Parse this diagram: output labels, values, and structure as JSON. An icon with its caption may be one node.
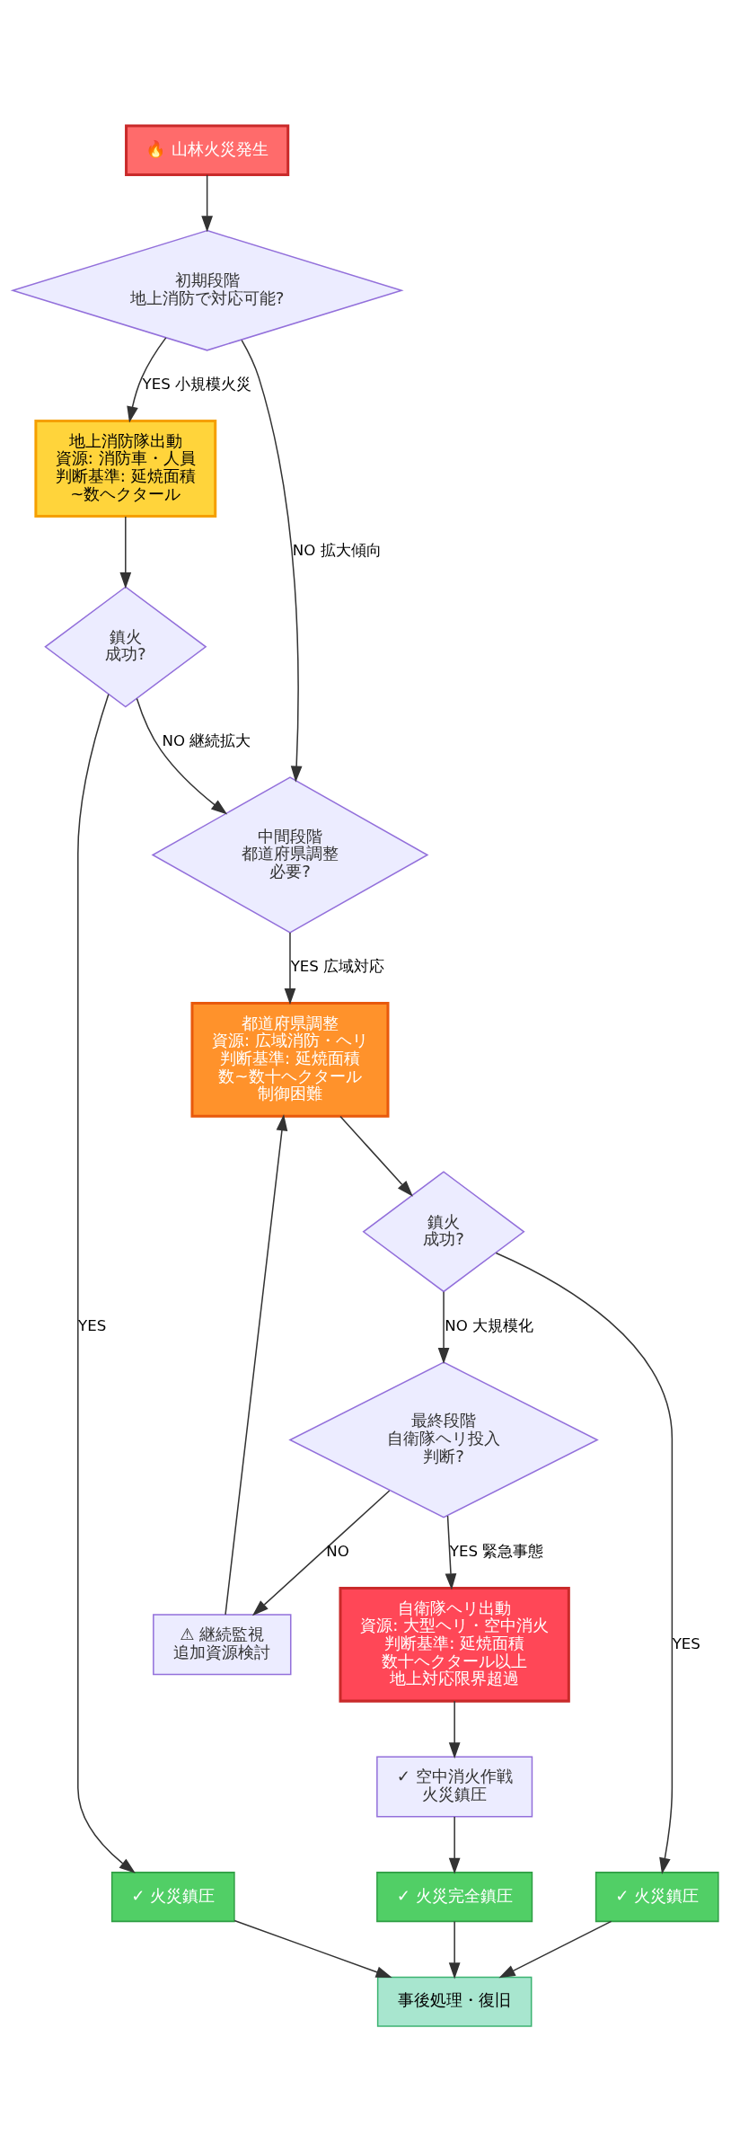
{
  "diagram": {
    "nodes": [
      {
        "text": [
          "🔥 山林火災発生"
        ]
      },
      {
        "text": [
          "初期段階",
          "地上消防で対応可能?"
        ]
      },
      {
        "text": [
          "地上消防隊出動",
          "資源: 消防車・人員",
          "判断基準: 延焼面積",
          "~数ヘクタール"
        ]
      },
      {
        "text": [
          "鎮火",
          "成功?"
        ]
      },
      {
        "text": [
          "中間段階",
          "都道府県調整",
          "必要?"
        ]
      },
      {
        "text": [
          "都道府県調整",
          "資源: 広域消防・ヘリ",
          "判断基準: 延焼面積",
          "数~数十ヘクタール",
          "制御困難"
        ]
      },
      {
        "text": [
          "鎮火",
          "成功?"
        ]
      },
      {
        "text": [
          "最終段階",
          "自衛隊ヘリ投入",
          "判断?"
        ]
      },
      {
        "text": [
          "自衛隊ヘリ出動",
          "資源: 大型ヘリ・空中消火",
          "判断基準: 延焼面積",
          "数十ヘクタール以上",
          "地上対応限界超過"
        ]
      },
      {
        "text": [
          "⚠ 継続監視",
          "追加資源検討"
        ]
      },
      {
        "text": [
          "✓ 空中消火作戦",
          "火災鎮圧"
        ]
      },
      {
        "text": [
          "✓ 火災鎮圧"
        ]
      },
      {
        "text": [
          "✓ 火災鎮圧"
        ]
      },
      {
        "text": [
          "✓ 火災完全鎮圧"
        ]
      },
      {
        "text": [
          "事後処理・復旧"
        ]
      }
    ],
    "edges": [
      {
        "from": 0,
        "to": 1,
        "arrow": "to"
      },
      {
        "from": 1,
        "to": 2,
        "arrow": "to",
        "label": "YES 小規模火災"
      },
      {
        "from": 1,
        "to": 4,
        "arrow": "to",
        "label": "NO 拡大傾向"
      },
      {
        "from": 2,
        "to": 3,
        "arrow": "to"
      },
      {
        "from": 3,
        "to": 11,
        "arrow": "to",
        "label": "YES"
      },
      {
        "from": 3,
        "to": 4,
        "arrow": "to",
        "label": "NO 継続拡大"
      },
      {
        "from": 4,
        "to": 5,
        "arrow": "to",
        "label": "YES 広域対応"
      },
      {
        "from": 5,
        "to": 6,
        "arrow": "to"
      },
      {
        "from": 6,
        "to": 12,
        "arrow": "to",
        "label": "YES"
      },
      {
        "from": 6,
        "to": 7,
        "arrow": "to",
        "label": "NO 大規模化"
      },
      {
        "from": 7,
        "to": 8,
        "arrow": "to",
        "label": "YES 緊急事態"
      },
      {
        "from": 7,
        "to": 9,
        "arrow": "to",
        "label": "NO"
      },
      {
        "from": 9,
        "to": 5,
        "arrow": "to"
      },
      {
        "from": 8,
        "to": 10,
        "arrow": "to"
      },
      {
        "from": 10,
        "to": 13,
        "arrow": "to"
      },
      {
        "from": 11,
        "to": 14,
        "arrow": "to"
      },
      {
        "from": 12,
        "to": 14,
        "arrow": "to"
      },
      {
        "from": 13,
        "to": 14,
        "arrow": "to"
      }
    ]
  }
}
